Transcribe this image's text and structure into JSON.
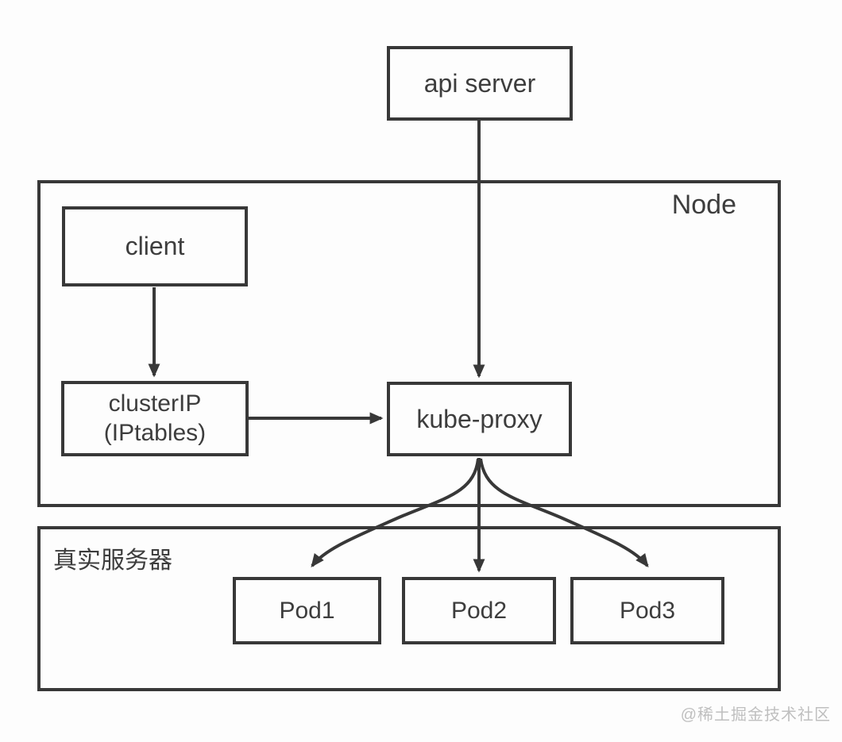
{
  "diagram": {
    "title_semantics": "kubernetes kube-proxy service routing diagram",
    "api_server": {
      "label": "api server"
    },
    "node": {
      "label": "Node",
      "client": {
        "label": "client"
      },
      "cluster_ip": {
        "label": "clusterIP\n(IPtables)"
      },
      "kube_proxy": {
        "label": "kube-proxy"
      }
    },
    "real_server": {
      "label": "真实服务器",
      "pods": [
        {
          "label": "Pod1"
        },
        {
          "label": "Pod2"
        },
        {
          "label": "Pod3"
        }
      ]
    },
    "watermark": "@稀土掘金技术社区",
    "colors": {
      "line": "#383838",
      "text": "#3d3d3d",
      "watermark": "#bfbfbf",
      "background": "#fdfdfd"
    }
  }
}
